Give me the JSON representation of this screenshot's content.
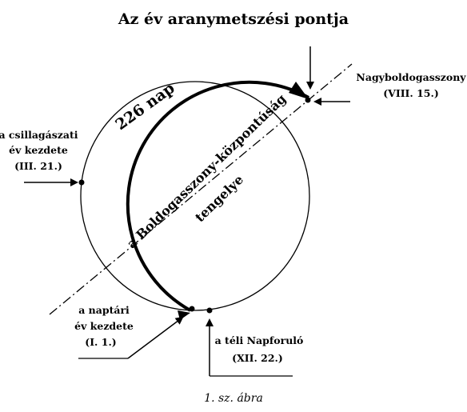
{
  "title": "Az év aranymetszési pontja",
  "arc_label": "226 nap",
  "axis_label_1": "a Boldogasszony-központúság",
  "axis_label_2": "tengelye",
  "points": {
    "nagyboldogasszony": {
      "name": "Nagyboldogasszony",
      "date": "(VIII. 15.)"
    },
    "csillagaszati": {
      "line1": "a csillagászati",
      "line2": "év kezdete",
      "date": "(III. 21.)"
    },
    "naptari": {
      "line1": "a naptári",
      "line2": "év kezdete",
      "date": "(I. 1.)"
    },
    "teli": {
      "name": "a téli Napforuló",
      "date": "(XII. 22.)"
    }
  },
  "caption": "1. sz. ábra"
}
